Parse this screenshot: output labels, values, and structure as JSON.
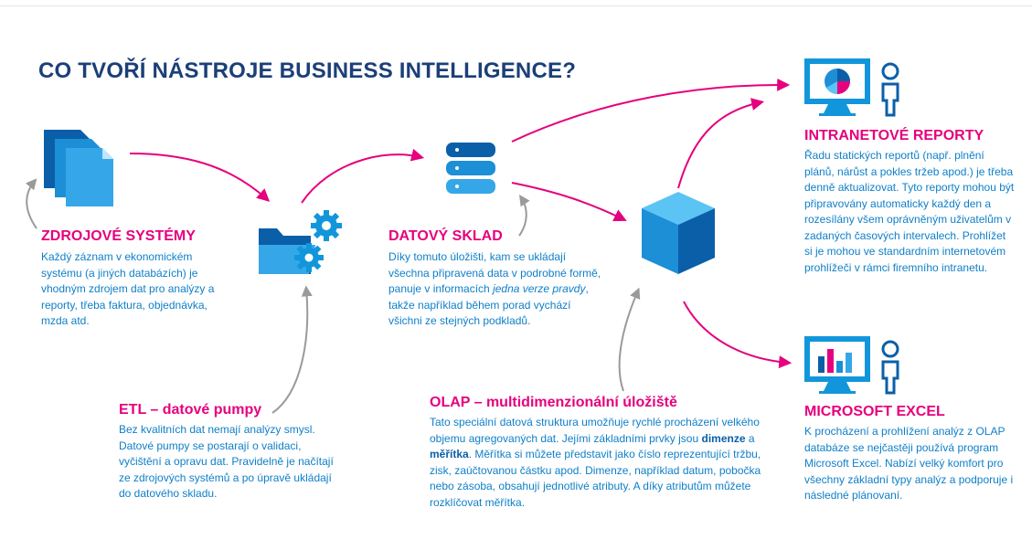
{
  "colors": {
    "title": "#1b3f78",
    "accent": "#e6007e",
    "text": "#0e7fc8",
    "icon_blue": "#1296db",
    "icon_dark": "#0b5fa8",
    "arrow_gray": "#9a9a9a"
  },
  "title": "CO TVOŘÍ NÁSTROJE BUSINESS INTELLIGENCE?",
  "sources": {
    "heading": "ZDROJOVÉ SYSTÉMY",
    "text": "Každý záznam v ekonomickém systému (a jiných databázích) je vhodným zdrojem dat pro analýzy a reporty, třeba faktura, objednávka, mzda atd.",
    "icon": "documents-icon"
  },
  "etl": {
    "heading": "ETL – datové pumpy",
    "text": "Bez kvalitních dat nemají analýzy smysl. Datové pumpy se postarají o validaci, vyčištění a opravu dat. Pravidelně je načítají ze zdrojových systémů a po úpravě ukládají do datového skladu.",
    "icon": "folder-gears-icon"
  },
  "warehouse": {
    "heading": "DATOVÝ SKLAD",
    "text_before": "Díky tomuto úložišti, kam se ukládají všechna připravená data v podrobné formě, panuje v informacích ",
    "text_italic": "jedna verze pravdy",
    "text_after": ", takže například během porad vychází všichni ze stejných podkladů.",
    "icon": "database-icon"
  },
  "olap": {
    "heading": "OLAP – multidimenzionální úložiště",
    "text_1": "Tato speciální datová struktura umožňuje rychlé procházení velkého objemu agregovaných dat. Jejími základními prvky jsou ",
    "bold_1": "dimenze",
    "text_2": " a ",
    "bold_2": "měřítka",
    "text_3": ". Měřítka si můžete představit jako číslo reprezentující tržbu, zisk, zaúčtovanou částku apod. Dimenze, například datum, pobočka nebo zásoba, obsahují jednotlivé atributy. A díky atributům můžete rozklíčovat měřítka.",
    "icon": "cube-icon"
  },
  "intranet": {
    "heading": "INTRANETOVÉ REPORTY",
    "text": "Řadu statických reportů (např. plnění plánů, nárůst a pokles tržeb apod.) je třeba denně aktualizovat. Tyto reporty mohou být připravovány automaticky každý den a rozesílány všem oprávněným uživatelům v zadaných časových intervalech. Prohlížet si je mohou ve standardním internetovém prohlížeči v rámci firemního intranetu.",
    "icon": "monitor-pie-chart-icon",
    "user_icon": "user-icon"
  },
  "excel": {
    "heading": "MICROSOFT EXCEL",
    "text": "K procházení a prohlížení analýz z OLAP databáze se nejčastěji používá program Microsoft Excel. Nabízí velký komfort pro všechny základní typy analýz a podporuje i následné plánovaní.",
    "icon": "monitor-bar-chart-icon",
    "user_icon": "user-icon"
  }
}
